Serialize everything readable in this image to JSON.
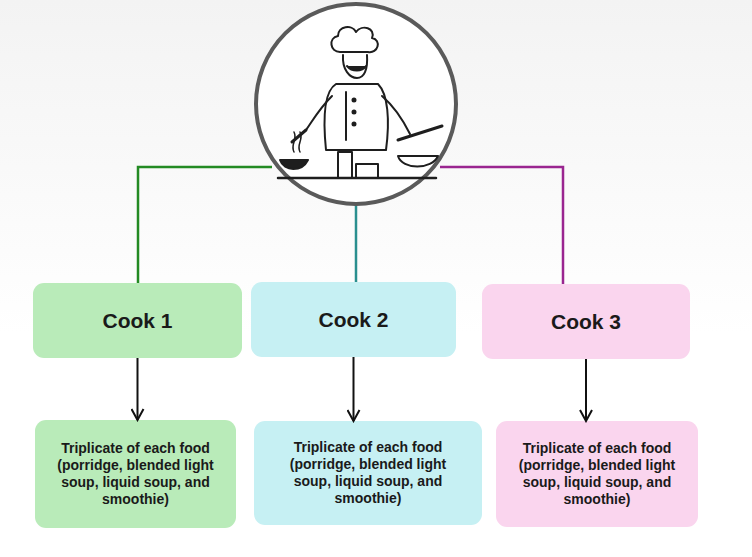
{
  "diagram": {
    "nodes": [
      {
        "text": [
          "Cook 1"
        ]
      },
      {
        "text": [
          "Cook 2"
        ]
      },
      {
        "text": [
          "Cook 3"
        ]
      },
      {
        "text": [
          "Triplicate of each food (porridge, blended light soup, liquid soup, and smoothie)"
        ]
      },
      {
        "text": [
          "Triplicate of each food (porridge, blended light soup, liquid soup, and smoothie)"
        ]
      },
      {
        "text": [
          "Triplicate of each food (porridge, blended light soup, liquid soup, and smoothie)"
        ]
      }
    ],
    "edges": [
      {
        "from": 0,
        "to": 3,
        "arrow": "to"
      },
      {
        "from": 1,
        "to": 4,
        "arrow": "to"
      },
      {
        "from": 2,
        "to": 5,
        "arrow": "to"
      }
    ]
  }
}
